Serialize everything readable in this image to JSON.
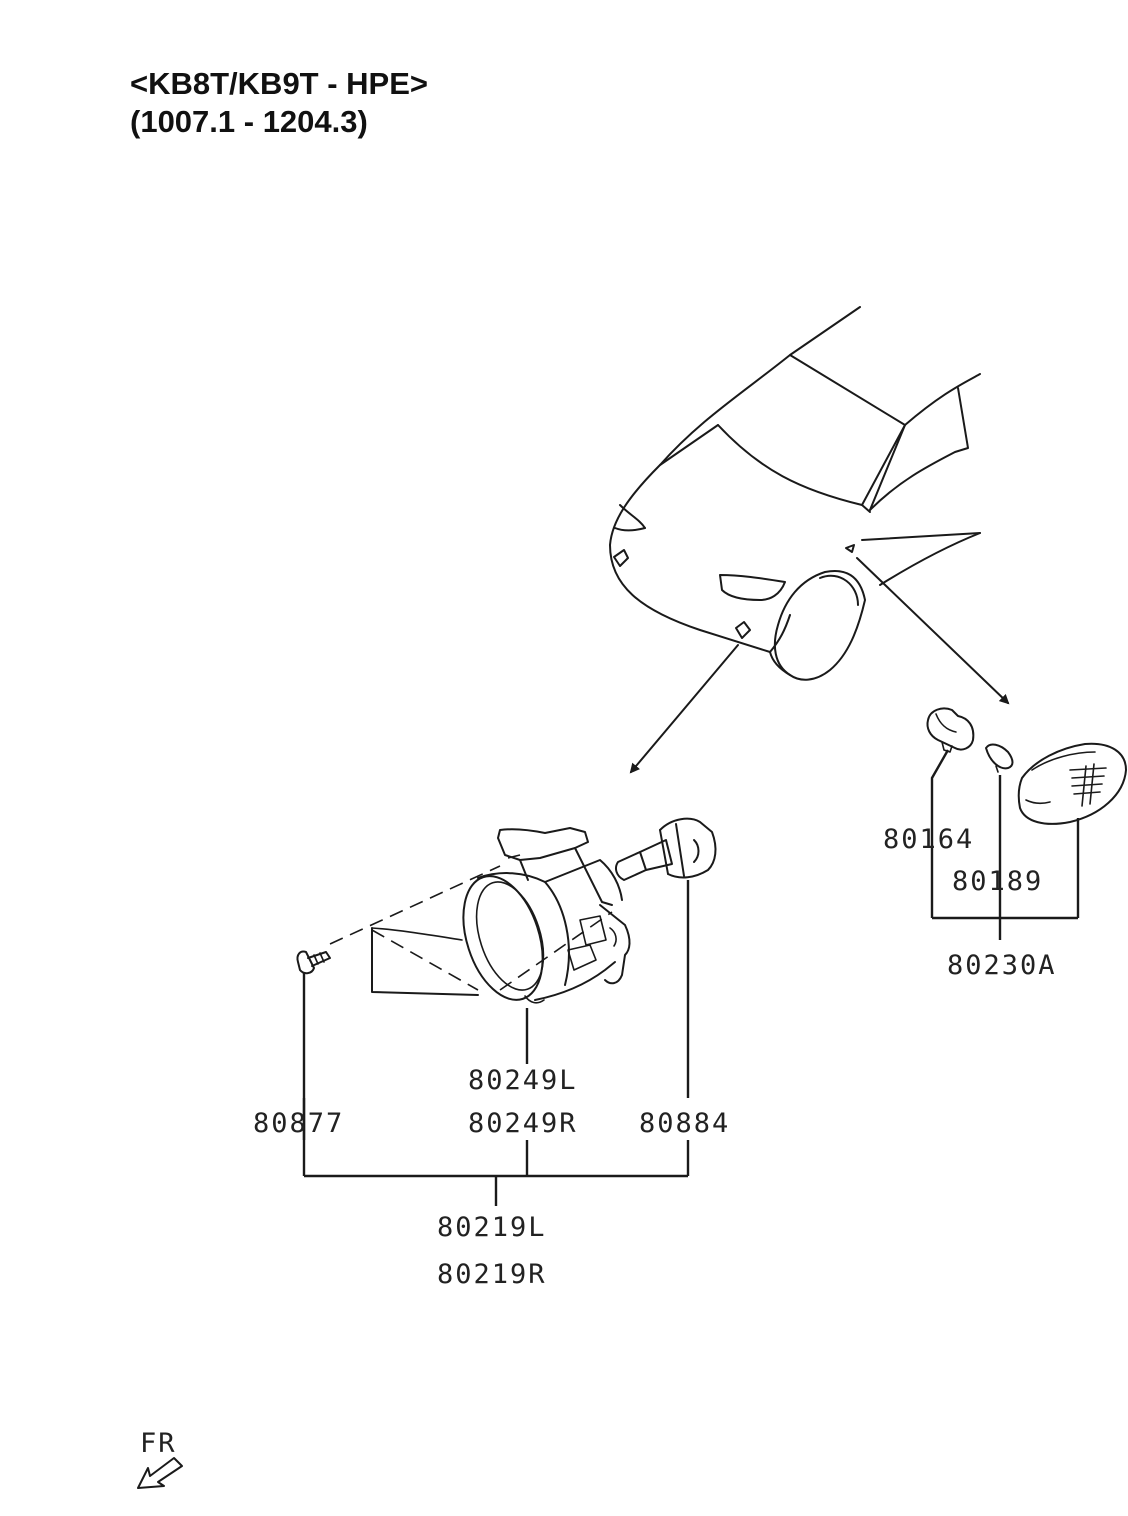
{
  "header": {
    "model_line": "<KB8T/KB9T - HPE>",
    "date_range": "(1007.1 - 1204.3)"
  },
  "callouts": {
    "p80164": "80164",
    "p80189": "80189",
    "p80230A": "80230A",
    "p80877": "80877",
    "p80249L": "80249L",
    "p80249R": "80249R",
    "p80884": "80884",
    "p80219L": "80219L",
    "p80219R": "80219R"
  },
  "orientation": {
    "label": "FR"
  },
  "colors": {
    "line": "#1a1a1a",
    "background": "#ffffff"
  }
}
